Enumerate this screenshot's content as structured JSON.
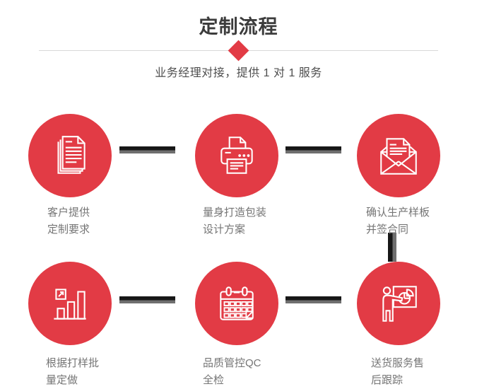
{
  "header": {
    "title": "定制流程",
    "subtitle": "业务经理对接，提供 1 对 1 服务"
  },
  "colors": {
    "accent_red": "#e23b45",
    "connector_dark": "#171717",
    "connector_gray": "#6f6f6f",
    "divider_gray": "#d8d8d8",
    "title_text": "#3c3c3c",
    "label_text": "#757575"
  },
  "steps": [
    {
      "icon": "documents-icon",
      "label_line1": "客户提供",
      "label_line2": "定制要求"
    },
    {
      "icon": "printer-icon",
      "label_line1": "量身打造包装",
      "label_line2": "设计方案"
    },
    {
      "icon": "envelope-icon",
      "label_line1": "确认生产样板",
      "label_line2": "并签合同"
    },
    {
      "icon": "bar-chart-icon",
      "label_line1": "根据打样批",
      "label_line2": "量定做"
    },
    {
      "icon": "calendar-icon",
      "label_line1": "品质管控QC",
      "label_line2": "全检"
    },
    {
      "icon": "presentation-icon",
      "label_line1": "送货服务售",
      "label_line2": "后跟踪"
    }
  ]
}
